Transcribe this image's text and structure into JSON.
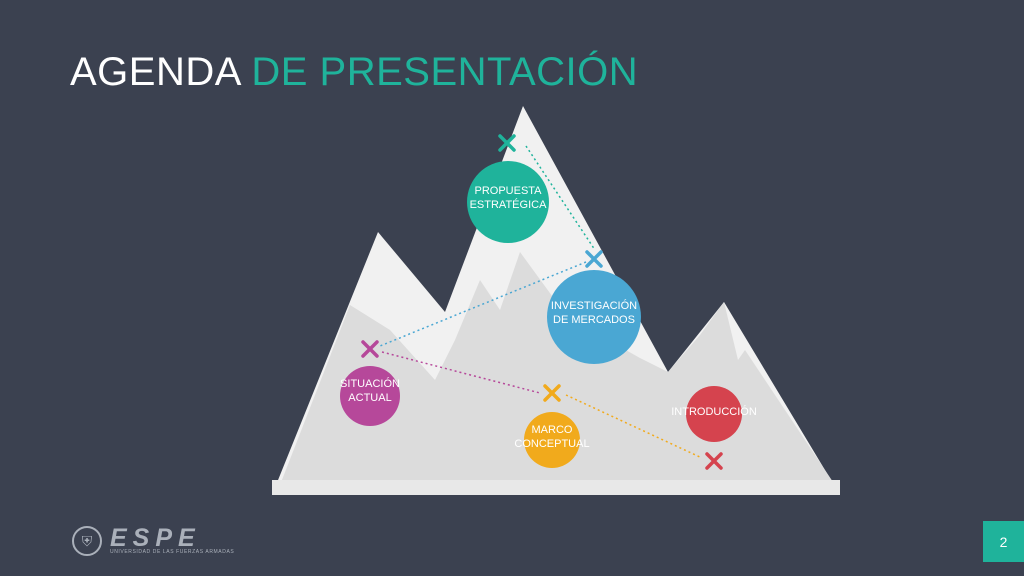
{
  "slide": {
    "title_part1": "AGENDA",
    "title_part2": "DE PRESENTACIÓN",
    "page_number": "2"
  },
  "items": [
    {
      "id": "propuesta",
      "line1": "PROPUESTA",
      "line2": "ESTRATÉGICA",
      "color": "#1fb39b"
    },
    {
      "id": "investigacion",
      "line1": "INVESTIGACIÓN",
      "line2": "DE MERCADOS",
      "color": "#4aa7d3"
    },
    {
      "id": "situacion",
      "line1": "SITUACIÓN",
      "line2": "ACTUAL",
      "color": "#b6489a"
    },
    {
      "id": "marco",
      "line1": "MARCO",
      "line2": "CONCEPTUAL",
      "color": "#f1aa1c"
    },
    {
      "id": "introduccion",
      "line1": "INTRODUCCIÓN",
      "line2": "",
      "color": "#d5434e"
    }
  ],
  "logo": {
    "word": "ESPE",
    "subtitle": "UNIVERSIDAD DE LAS FUERZAS ARMADAS",
    "icon": "shield-emblem-icon"
  },
  "colors": {
    "background": "#3b4150",
    "accent": "#1fb39b",
    "mountain": "#f1f1f1",
    "mountain_shadow": "#dcdcdc"
  }
}
